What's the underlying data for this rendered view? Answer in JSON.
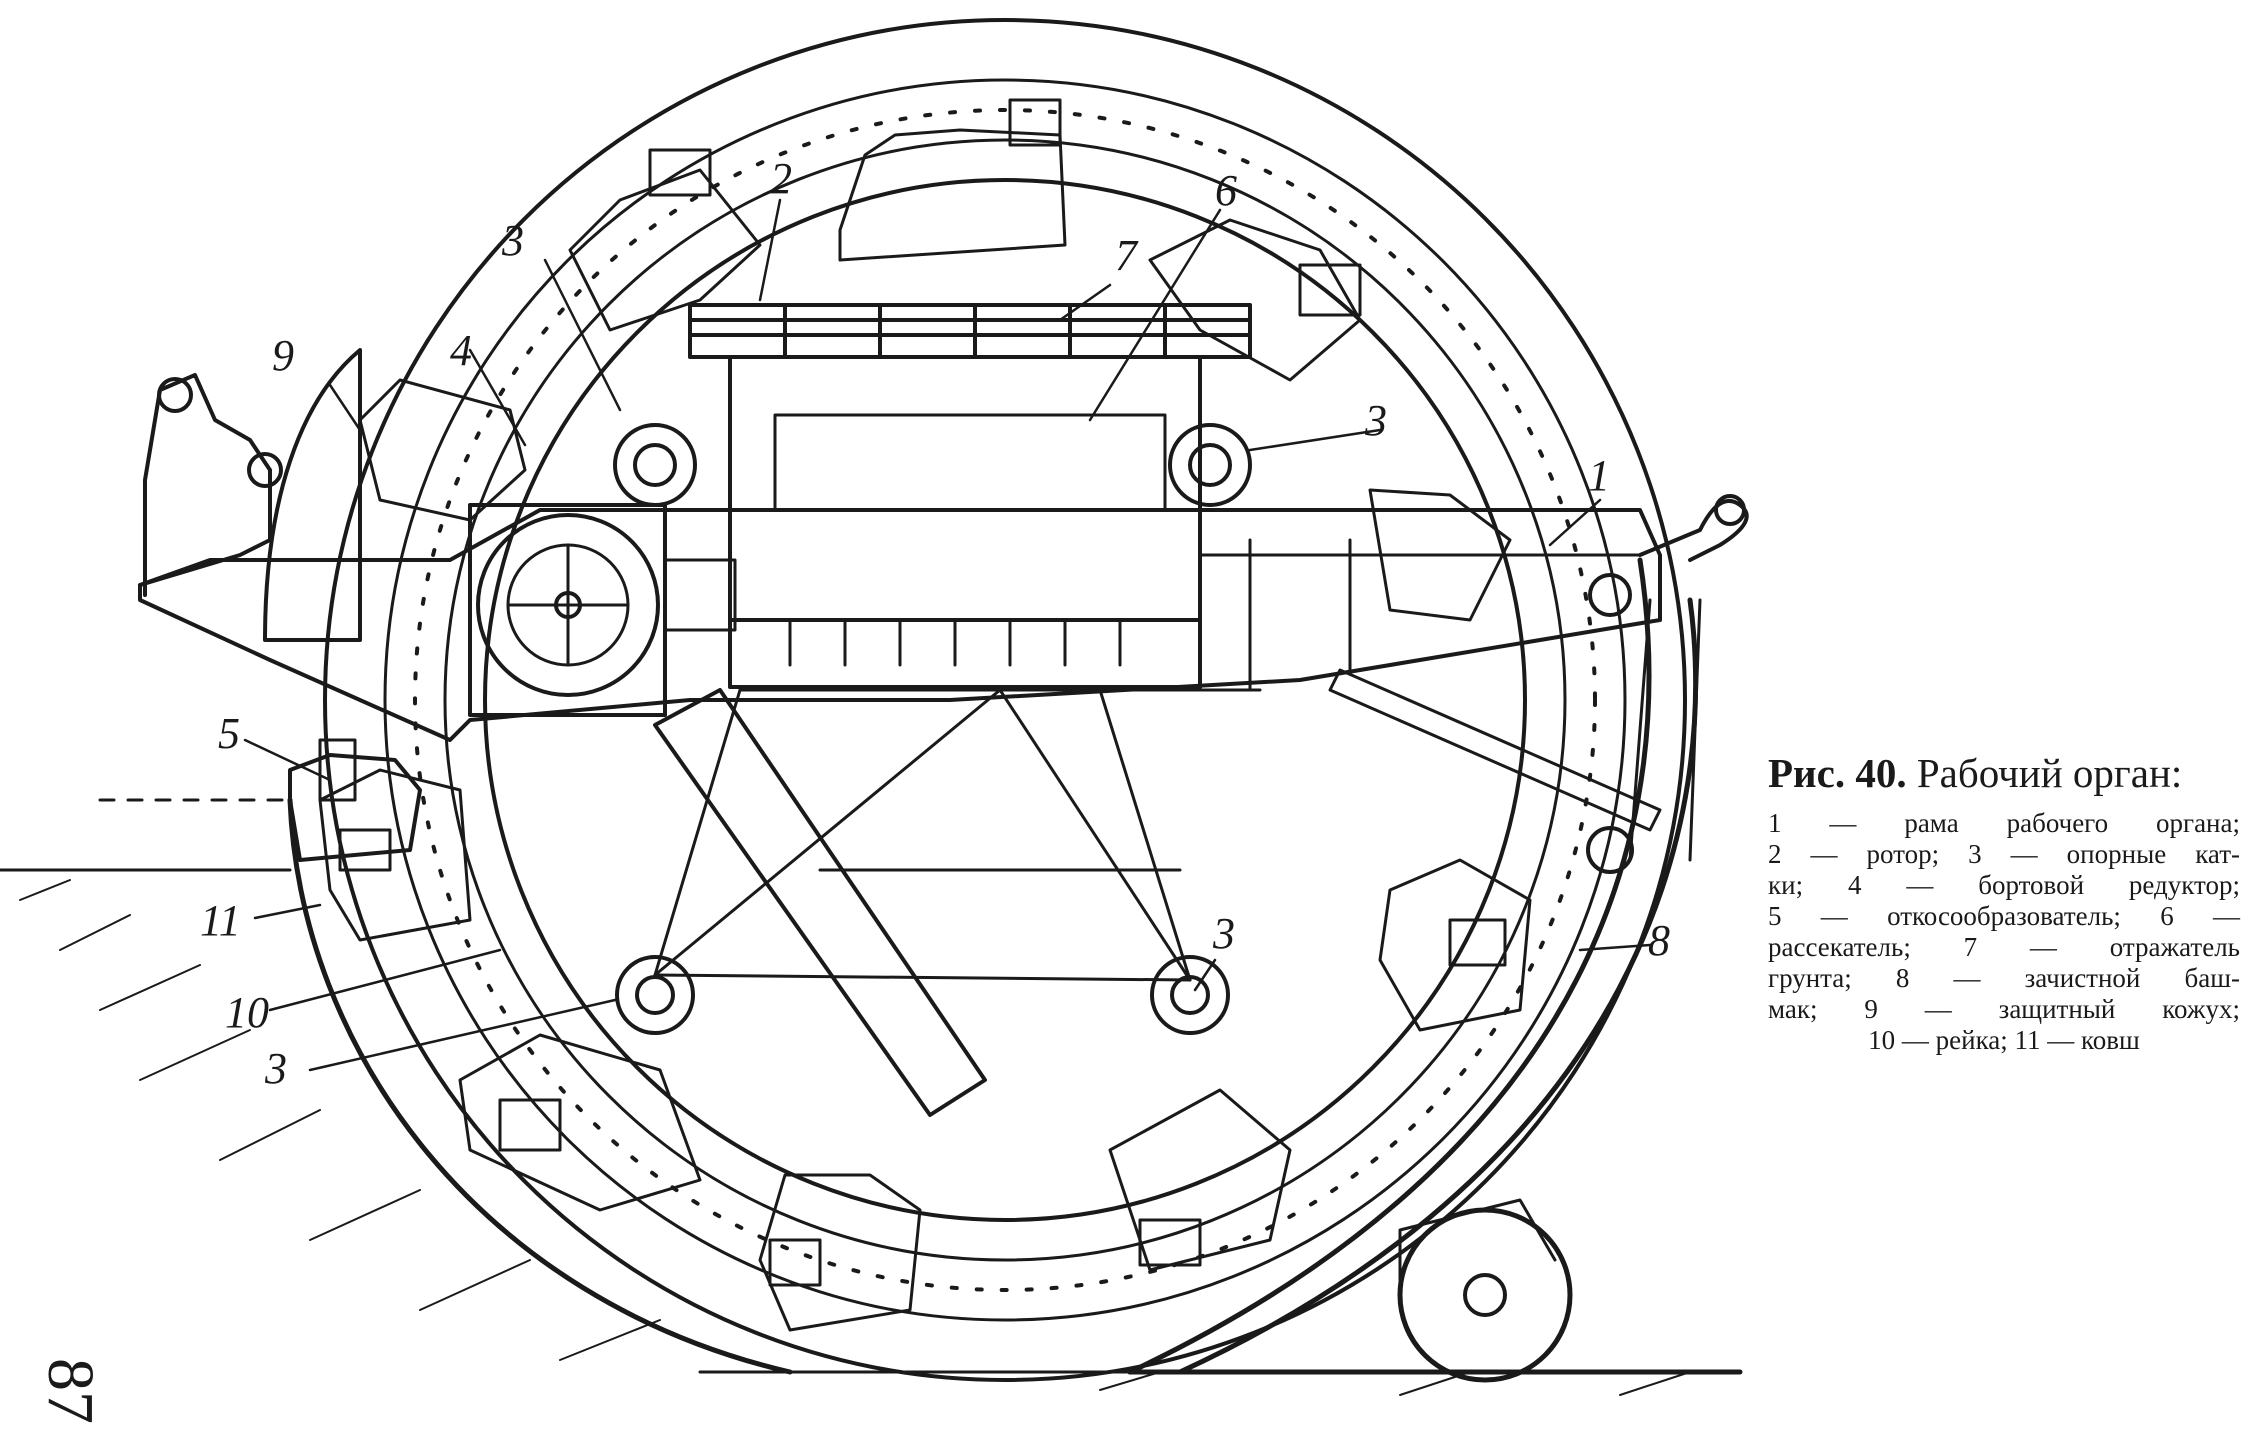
{
  "caption": {
    "figure_number": "Рис. 40.",
    "figure_title": "Рабочий орган:",
    "legend": [
      {
        "num": "1",
        "text": "рама рабочего органа"
      },
      {
        "num": "2",
        "text": "ротор"
      },
      {
        "num": "3",
        "text": "опорные катки"
      },
      {
        "num": "4",
        "text": "бортовой редуктор"
      },
      {
        "num": "5",
        "text": "откосообразователь"
      },
      {
        "num": "6",
        "text": "рассекатель"
      },
      {
        "num": "7",
        "text": "отражатель грунта"
      },
      {
        "num": "8",
        "text": "зачистной башмак"
      },
      {
        "num": "9",
        "text": "защитный кожух"
      },
      {
        "num": "10",
        "text": "рейка"
      },
      {
        "num": "11",
        "text": "ковш"
      }
    ]
  },
  "legend_lines": [
    "1 — рама рабочего органа;",
    "2 — ротор; 3 — опорные кат-",
    "ки; 4 — бортовой редуктор;",
    "5 — откосообразователь; 6 —",
    "рассекатель; 7 — отражатель",
    "грунта; 8 — зачистной баш-",
    "мак; 9 — защитный кожух;",
    "10 — рейка; 11 — ковш"
  ],
  "callouts": {
    "c1": "1",
    "c2": "2",
    "c3a": "3",
    "c3b": "3",
    "c3c": "3",
    "c3d": "3",
    "c4": "4",
    "c5": "5",
    "c6": "6",
    "c7": "7",
    "c8": "8",
    "c9": "9",
    "c10": "10",
    "c11": "11"
  },
  "page_number": "87",
  "colors": {
    "ink": "#1a1a1a",
    "paper": "#ffffff"
  }
}
